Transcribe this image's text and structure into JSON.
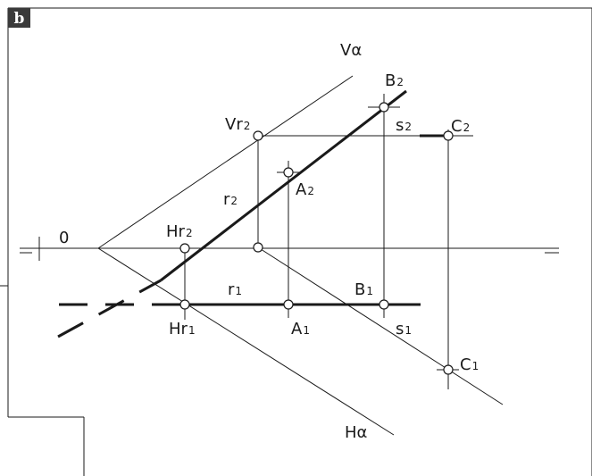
{
  "badge": "b",
  "labels": {
    "origin": "0",
    "V": {
      "main": "V",
      "sub": "α"
    },
    "H": {
      "main": "H",
      "sub": "α"
    },
    "B2": {
      "main": "B",
      "sub": "2"
    },
    "Vr2": {
      "main": "Vr",
      "sub": "2"
    },
    "s2": {
      "main": "s",
      "sub": "2"
    },
    "C2": {
      "main": "C",
      "sub": "2"
    },
    "A2": {
      "main": "A",
      "sub": "2"
    },
    "r2": {
      "main": "r",
      "sub": "2"
    },
    "Hr2": {
      "main": "Hr",
      "sub": "2"
    },
    "r1": {
      "main": "r",
      "sub": "1"
    },
    "B1": {
      "main": "B",
      "sub": "1"
    },
    "Hr1": {
      "main": "Hr",
      "sub": "1"
    },
    "A1": {
      "main": "A",
      "sub": "1"
    },
    "s1": {
      "main": "s",
      "sub": "1"
    },
    "C1": {
      "main": "C",
      "sub": "1"
    }
  },
  "colors": {
    "ink": "#1a1a1a",
    "badge": "#3a3a3a"
  }
}
